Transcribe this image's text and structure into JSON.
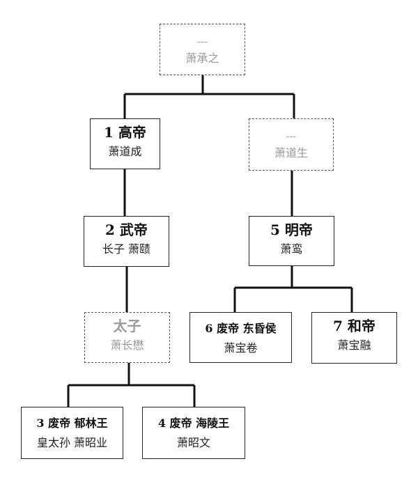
{
  "nodes": {
    "root": {
      "title": "---",
      "sub": "萧承之"
    },
    "gaodi": {
      "title": "1 高帝",
      "sub": "萧道成"
    },
    "daosheng": {
      "title": "---",
      "sub": "萧道生"
    },
    "wudi": {
      "title": "2 武帝",
      "sub": "长子  萧赜"
    },
    "mingdi": {
      "title": "5 明帝",
      "sub": "萧鸾"
    },
    "taizi": {
      "title": "太子",
      "sub": "萧长懋"
    },
    "feidi6": {
      "title": "6 废帝  东昏侯",
      "sub": "萧宝卷"
    },
    "hedi": {
      "title": "7 和帝",
      "sub": "萧宝融"
    },
    "feidi3": {
      "title": "3 废帝  郁林王",
      "sub": "皇太孙  萧昭业"
    },
    "feidi4": {
      "title": "4 废帝  海陵王",
      "sub": "萧昭文"
    }
  }
}
